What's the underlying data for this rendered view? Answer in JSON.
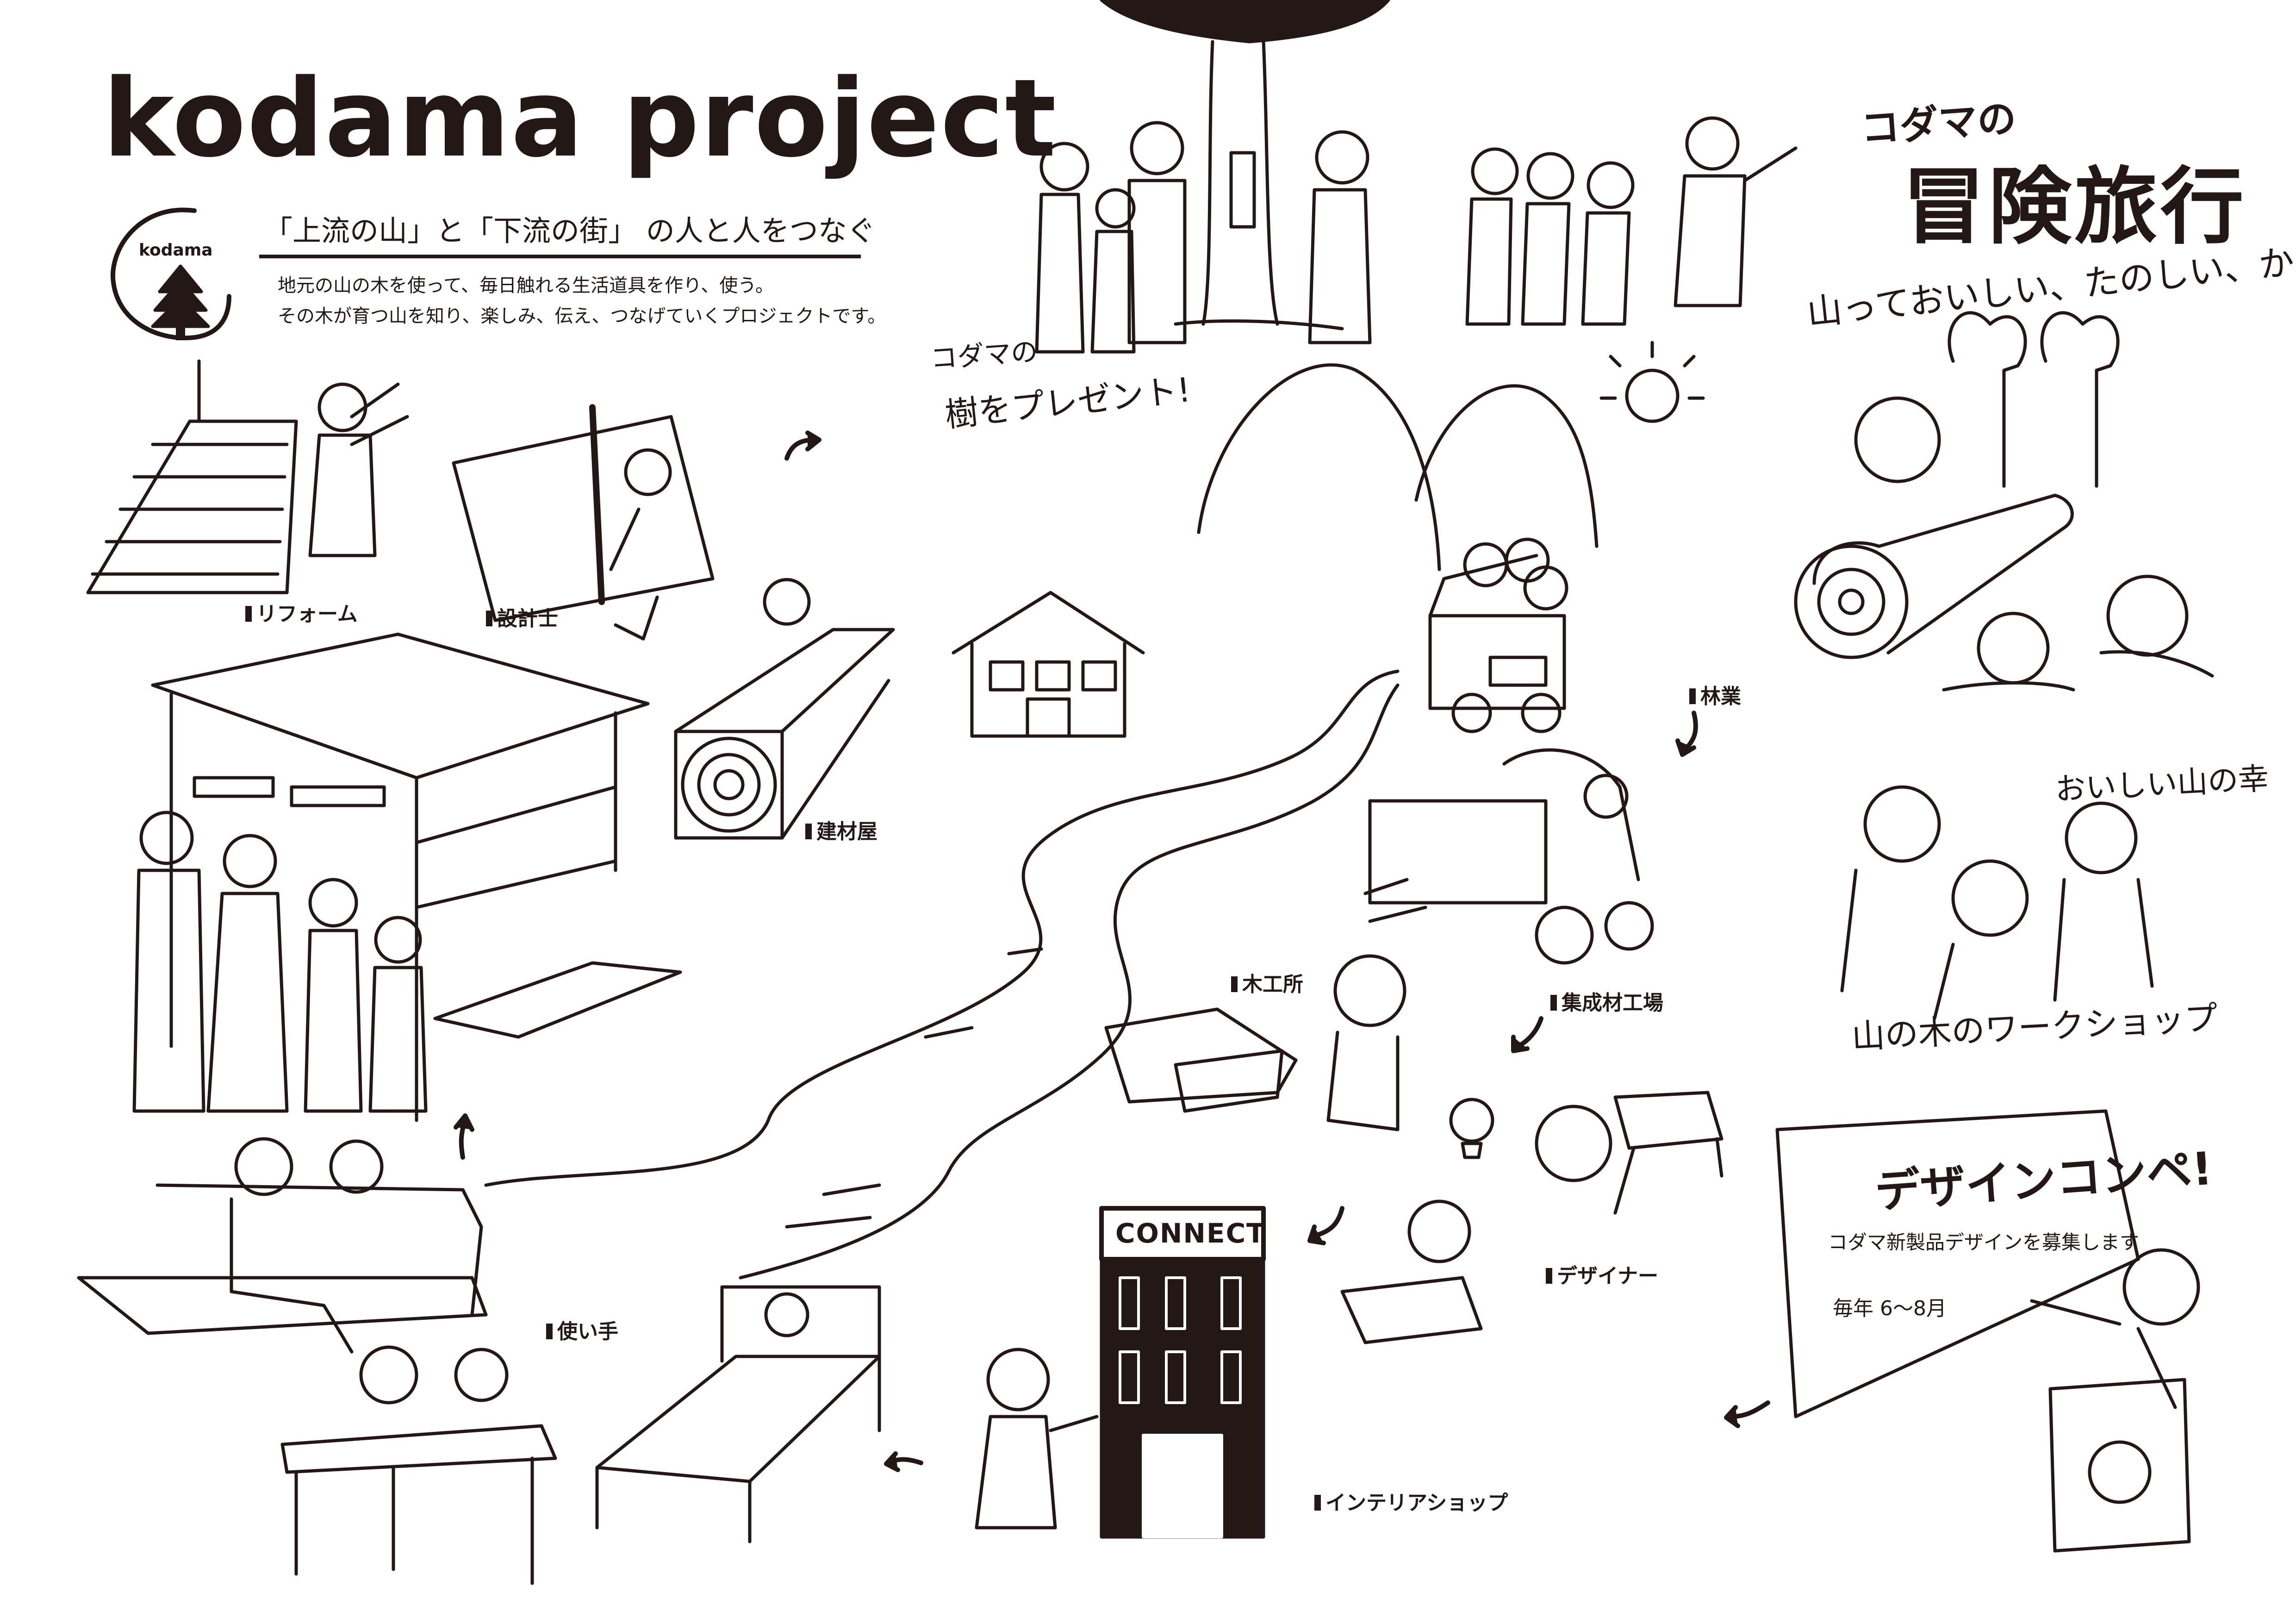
{
  "header": {
    "title": "kodama project",
    "subtitle": "「上流の山」と「下流の街」 の人と人をつなぐ",
    "intro_line1": "地元の山の木を使って、毎日触れる生活道具を作り、使う。",
    "intro_line2": "その木が育つ山を知り、楽しみ、伝え、つなげていくプロジェクトです。",
    "logo_text": "kodama"
  },
  "adventure": {
    "title_small": "コダマの",
    "title_large": "冒険旅行",
    "subtitle": "山っておいしい、たのしい、かっこいい!!"
  },
  "gift": {
    "line1": "コダマの",
    "line2": "樹をプレゼント!"
  },
  "captions": {
    "mountain_food": "おいしい山の幸",
    "workshop": "山の木のワークショップ"
  },
  "roles": {
    "reform": "リフォーム",
    "architect": "設計士",
    "lumber": "建材屋",
    "forestry": "林業",
    "laminated": "集成材工場",
    "woodshop": "木工所",
    "designer": "デザイナー",
    "interior": "インテリアショップ",
    "user": "使い手"
  },
  "contest": {
    "title": "デザインコンペ!",
    "description": "コダマ新製品デザインを募集します",
    "period": "毎年 6〜8月"
  },
  "shop_sign": "CONNECT",
  "colors": {
    "ink": "#231815",
    "paper": "#ffffff"
  }
}
